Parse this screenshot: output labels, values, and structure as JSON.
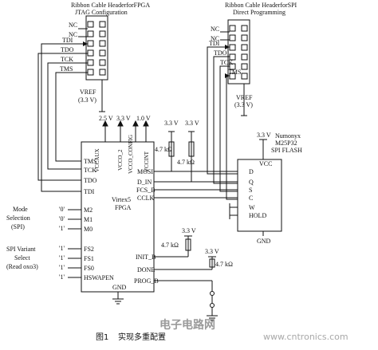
{
  "header_left": {
    "line1": "Ribbon Cable HeaderforFPGA",
    "line2": "JTAG Configuration",
    "pins": [
      "NC",
      "NC",
      "TDI",
      "TDO",
      "TCK",
      "TMS"
    ],
    "vref_line1": "VREF",
    "vref_line2": "(3.3 V)"
  },
  "header_right": {
    "line1": "Ribbon Cable HeaderforSPI",
    "line2": "Direct Programming",
    "pins": [
      "NC",
      "NC",
      "TDI",
      "TDO",
      "TCK",
      "TMS"
    ],
    "vref_line1": "VREF",
    "vref_line2": "(3.3 V)"
  },
  "power_labels": {
    "v25": "2.5 V",
    "v33": "3.3 V",
    "v10": "1.0 V",
    "r_top_a": "3.3 V",
    "r_top_b": "3.3 V",
    "flash_vcc_supply": "3.3 V",
    "r_mid": "3.3 V",
    "r_done": "3.3 V"
  },
  "fpga": {
    "name_line1": "Virtex5",
    "name_line2": "FPGA",
    "vertical_pins": [
      "VCCAUX",
      "VCCO_2",
      "VCCO_CONFIG",
      "VCCINT"
    ],
    "left_pins": [
      "TMS",
      "TCK",
      "TDO",
      "TDI",
      "M2",
      "M1",
      "M0",
      "FS2",
      "FS1",
      "FS0",
      "HSWAPEN"
    ],
    "right_pins": [
      "MOSI",
      "D_IN",
      "FCS_B",
      "CCLK",
      "INIT_B",
      "DONE",
      "PROG_B"
    ],
    "gnd": "GND"
  },
  "mode": {
    "title_line1": "Mode",
    "title_line2": "Selection",
    "title_line3": "(SPI)",
    "values": [
      "'0'",
      "'0'",
      "'1'"
    ]
  },
  "spi_variant": {
    "title_line1": "SPI Variant",
    "title_line2": "Select",
    "title_line3": "(Read oxo3)",
    "values": [
      "'1'",
      "'1'",
      "'1'",
      "'1'"
    ]
  },
  "resistors": {
    "r1": "4.7 kΩ",
    "r2": "4.7 kΩ",
    "r3": "4.7 kΩ",
    "r4": "4.7 kΩ"
  },
  "flash": {
    "vendor": "Numonyx",
    "part": "M25P32",
    "type": "SPI FLASH",
    "vcc": "VCC",
    "pins": [
      "D",
      "Q",
      "S",
      "C",
      "W",
      "HOLD"
    ],
    "gnd": "GND"
  },
  "caption": {
    "figure": "图1",
    "text": "实现多重配置",
    "watermark_main": "电子电路网",
    "watermark_url": "www.cntronics.com"
  },
  "colors": {
    "line": "#111111",
    "watermark": "#b0b0b0"
  }
}
